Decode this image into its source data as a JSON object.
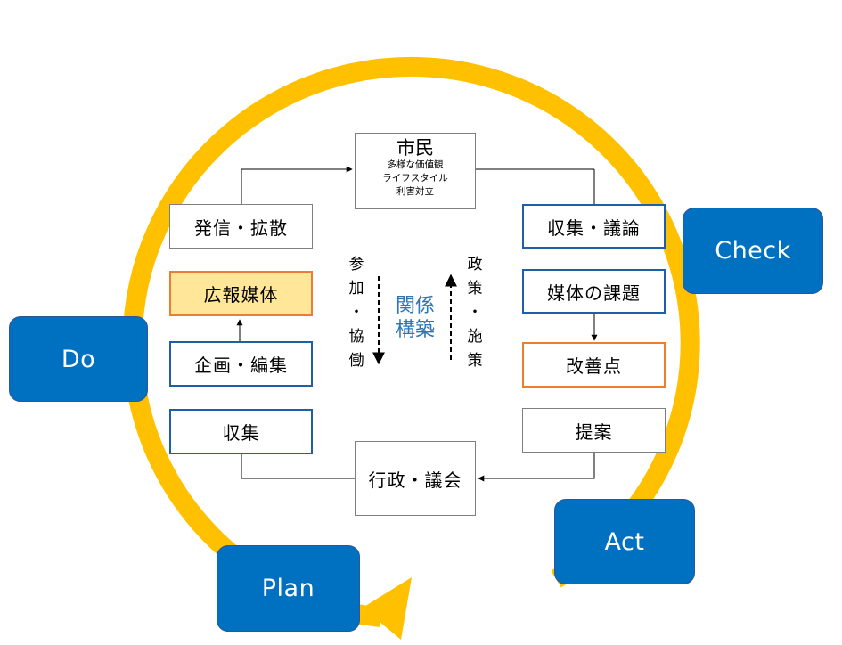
{
  "cycle": {
    "ring_color": "#ffc000",
    "label_color": "#0070c0",
    "labels": {
      "check": "Check",
      "act": "Act",
      "plan": "Plan",
      "do": "Do"
    }
  },
  "citizen": {
    "title": "市民",
    "lines": [
      "多様な価値観",
      "ライフスタイル",
      "利害対立"
    ]
  },
  "government": {
    "label": "行政・議会"
  },
  "left_column": {
    "items": [
      {
        "label": "発信・拡散"
      },
      {
        "label": "広報媒体"
      },
      {
        "label": "企画・編集"
      },
      {
        "label": "収集"
      }
    ]
  },
  "right_column": {
    "items": [
      {
        "label": "収集・議論"
      },
      {
        "label": "媒体の課題"
      },
      {
        "label": "改善点"
      },
      {
        "label": "提案"
      }
    ]
  },
  "middle": {
    "left_vertical": [
      "参",
      "加",
      "・",
      "協",
      "働"
    ],
    "right_vertical": [
      "政",
      "策",
      "・",
      "施",
      "策"
    ],
    "center_lines": [
      "関係",
      "構築"
    ]
  }
}
